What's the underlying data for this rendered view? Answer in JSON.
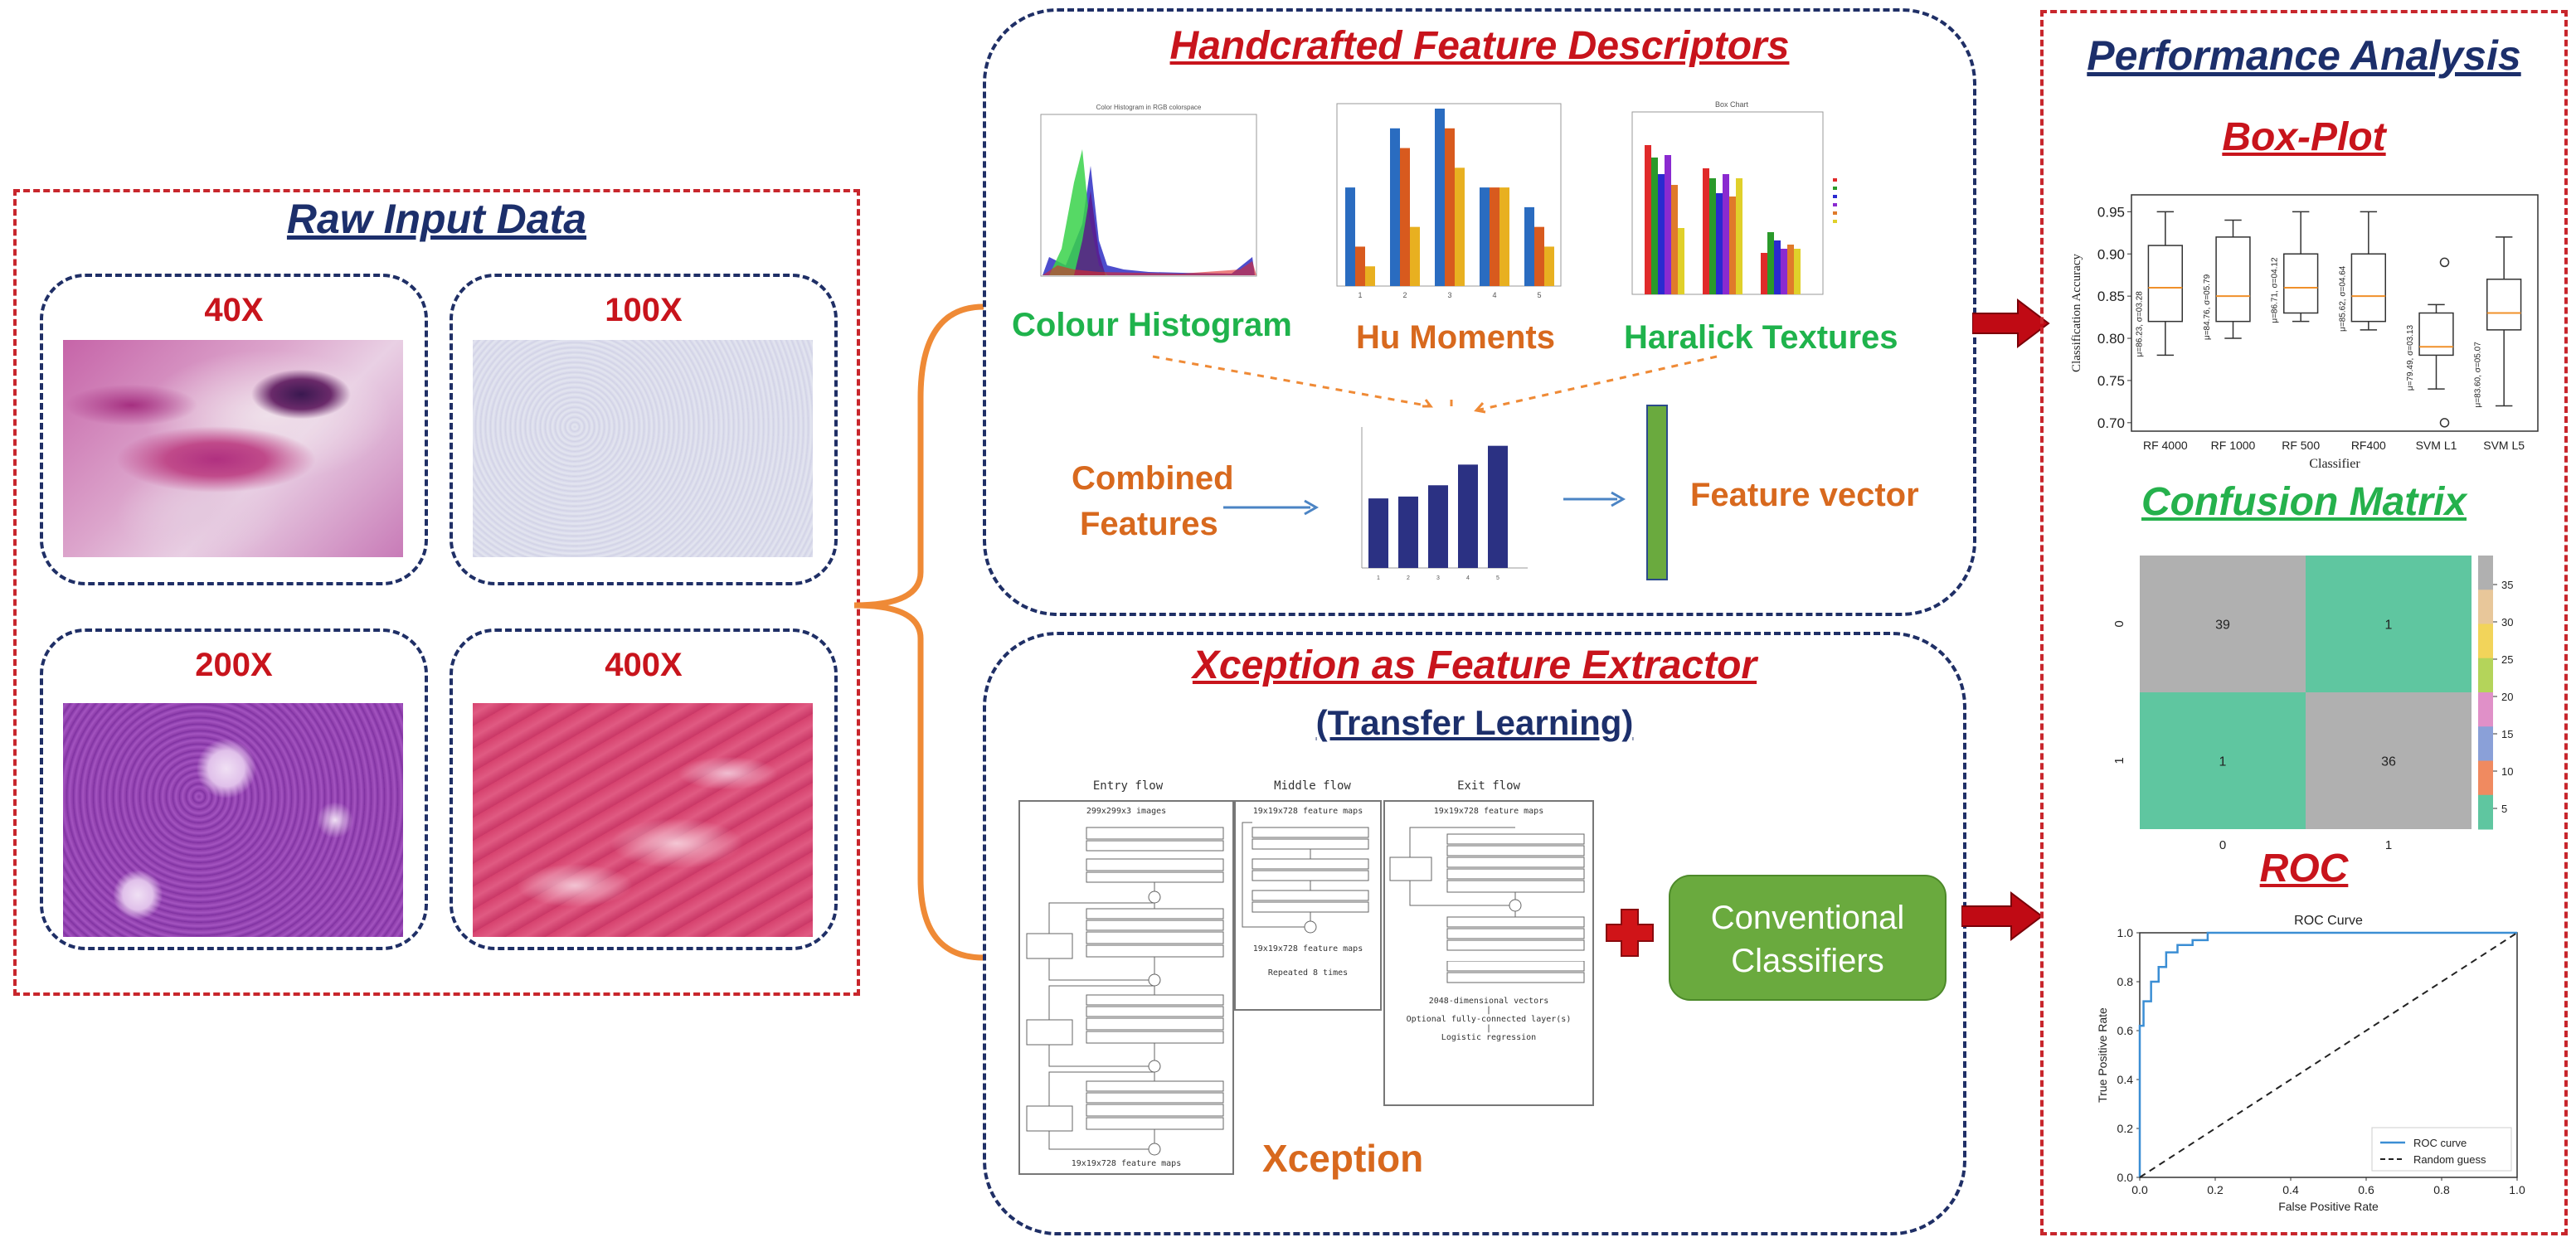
{
  "raw_input": {
    "title": "Raw Input Data",
    "magnifications": [
      "40X",
      "100X",
      "200X",
      "400X"
    ]
  },
  "handcrafted": {
    "title": "Handcrafted Feature Descriptors",
    "colour_histogram_label": "Colour Histogram",
    "colour_histogram_title": "Color Histogram in RGB colorspace",
    "hu_moments_label": "Hu Moments",
    "haralick_label": "Haralick Textures",
    "haralick_title": "Box Chart",
    "combined_label_line1": "Combined",
    "combined_label_line2": "Features",
    "feature_vector_label": "Feature vector"
  },
  "xception": {
    "title": "Xception as Feature Extractor",
    "subtitle": "(Transfer Learning)",
    "entry_flow": "Entry flow",
    "middle_flow": "Middle flow",
    "exit_flow": "Exit flow",
    "caption": "Xception",
    "entry_input": "299x299x3 images",
    "entry_output": "19x19x728 feature maps",
    "middle_input": "19x19x728 feature maps",
    "middle_output": "19x19x728 feature maps",
    "middle_repeat": "Repeated 8 times",
    "exit_input": "19x19x728 feature maps",
    "exit_vectors": "2048-dimensional vectors",
    "exit_optional": "Optional fully-connected layer(s)",
    "exit_logistic": "Logistic regression",
    "classifier_line1": "Conventional",
    "classifier_line2": "Classifiers"
  },
  "performance": {
    "title": "Performance Analysis",
    "boxplot_title": "Box-Plot",
    "confusion_title": "Confusion Matrix",
    "roc_title": "ROC"
  },
  "colors": {
    "navy": "#1c2f6b",
    "red": "#c8141c",
    "green": "#25b14c",
    "orange": "#d8691e",
    "classifier_green": "#6aaa3e",
    "bar_navy": "#2b3183"
  },
  "chart_data": [
    {
      "type": "box",
      "xlabel": "Classifier",
      "ylabel": "Classification Accuracy",
      "categories": [
        "RF 4000",
        "RF 1000",
        "RF 500",
        "RF400",
        "SVM L1",
        "SVM L5"
      ],
      "annotations": [
        "μ=86.23, σ=03.28",
        "μ=84.76, σ=05.79",
        "μ=86.71, σ=04.12",
        "μ=85.62, σ=04.64",
        "μ=79.49, σ=03.13",
        "μ=83.60, σ=05.07"
      ],
      "yticks": [
        "0.70",
        "0.75",
        "0.80",
        "0.85",
        "0.90",
        "0.95"
      ],
      "ylim": [
        0.69,
        0.97
      ],
      "boxes": [
        {
          "min": 0.78,
          "q1": 0.82,
          "median": 0.86,
          "q3": 0.91,
          "max": 0.95
        },
        {
          "min": 0.8,
          "q1": 0.82,
          "median": 0.85,
          "q3": 0.92,
          "max": 0.94
        },
        {
          "min": 0.82,
          "q1": 0.83,
          "median": 0.86,
          "q3": 0.9,
          "max": 0.95
        },
        {
          "min": 0.81,
          "q1": 0.82,
          "median": 0.85,
          "q3": 0.9,
          "max": 0.95
        },
        {
          "min": 0.74,
          "q1": 0.78,
          "median": 0.79,
          "q3": 0.83,
          "max": 0.84
        },
        {
          "min": 0.72,
          "q1": 0.81,
          "median": 0.83,
          "q3": 0.87,
          "max": 0.92
        }
      ],
      "outliers": [
        {
          "box": 4,
          "value": 0.7
        },
        {
          "box": 4,
          "value": 0.89
        }
      ]
    },
    {
      "type": "heatmap",
      "rows": [
        "0",
        "1"
      ],
      "cols": [
        "0",
        "1"
      ],
      "values": [
        [
          39,
          1
        ],
        [
          1,
          36
        ]
      ],
      "colorbar_ticks": [
        "35",
        "30",
        "25",
        "20",
        "15",
        "10",
        "5"
      ]
    },
    {
      "type": "line",
      "title": "ROC Curve",
      "xlabel": "False Positive Rate",
      "ylabel": "True Positive Rate",
      "xlim": [
        0,
        1
      ],
      "ylim": [
        0,
        1
      ],
      "xticks": [
        "0.0",
        "0.2",
        "0.4",
        "0.6",
        "0.8",
        "1.0"
      ],
      "yticks": [
        "0.0",
        "0.2",
        "0.4",
        "0.6",
        "0.8",
        "1.0"
      ],
      "series": [
        {
          "name": "ROC curve",
          "x": [
            0,
            0,
            0.01,
            0.01,
            0.03,
            0.03,
            0.05,
            0.05,
            0.07,
            0.07,
            0.1,
            0.1,
            0.14,
            0.14,
            0.18,
            0.18,
            1.0
          ],
          "y": [
            0,
            0.62,
            0.62,
            0.72,
            0.72,
            0.8,
            0.8,
            0.86,
            0.86,
            0.92,
            0.92,
            0.95,
            0.95,
            0.97,
            0.97,
            1.0,
            1.0
          ]
        },
        {
          "name": "Random guess",
          "x": [
            0,
            1
          ],
          "y": [
            0,
            1
          ]
        }
      ]
    },
    {
      "type": "bar",
      "name": "combined-features",
      "categories": [
        "1",
        "2",
        "3",
        "4",
        "5"
      ],
      "values": [
        37,
        38,
        44,
        55,
        65
      ]
    },
    {
      "type": "bar",
      "name": "hu-moments",
      "categories": [
        "1",
        "2",
        "3",
        "4",
        "5"
      ],
      "series": [
        {
          "values": [
            5,
            8,
            9,
            5,
            4
          ]
        },
        {
          "values": [
            2,
            7,
            8,
            5,
            3
          ]
        },
        {
          "values": [
            1,
            3,
            6,
            5,
            2
          ]
        }
      ]
    }
  ]
}
